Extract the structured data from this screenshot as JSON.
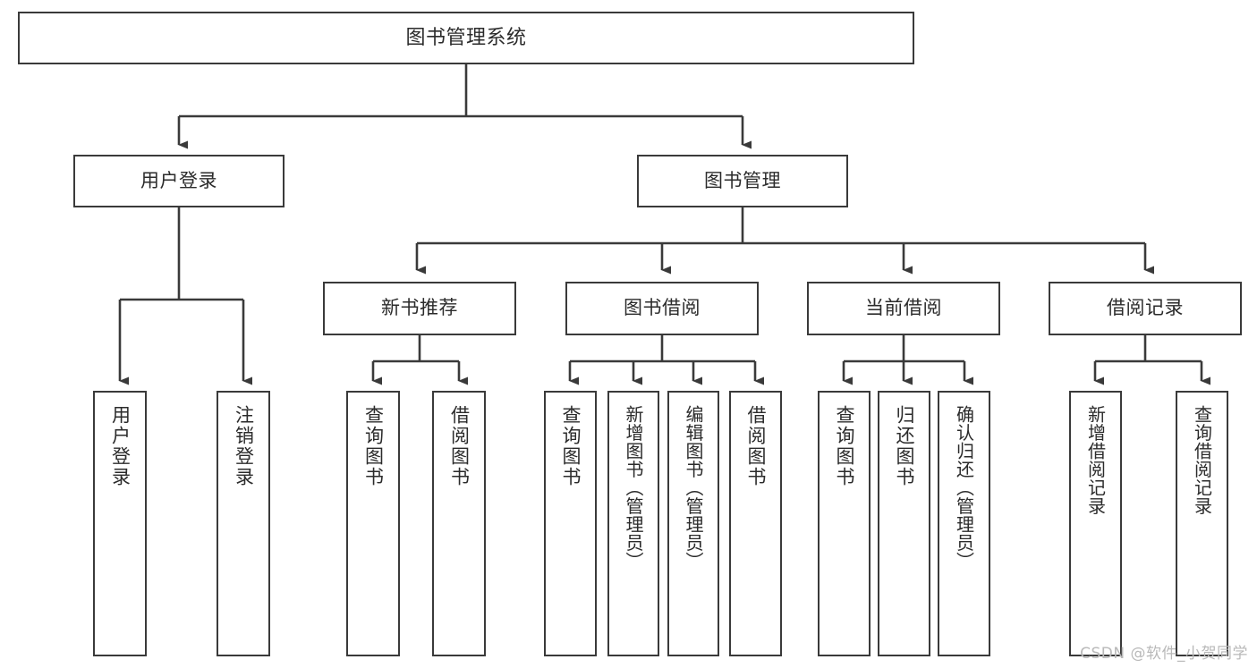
{
  "diagram": {
    "type": "tree-hierarchy-flowchart",
    "title": "图书管理系统",
    "orientation": "top-down",
    "line_color": "#3a3a3a",
    "box_fill": "#ffffff",
    "text_color": "#2b2b2b",
    "nodes": {
      "root": {
        "label": "图书管理系统"
      },
      "level1": [
        {
          "id": "user-login",
          "label": "用户登录"
        },
        {
          "id": "book-management",
          "label": "图书管理"
        }
      ],
      "level2": [
        {
          "id": "new-book-recommend",
          "label": "新书推荐"
        },
        {
          "id": "book-borrow",
          "label": "图书借阅"
        },
        {
          "id": "current-borrow",
          "label": "当前借阅"
        },
        {
          "id": "borrow-record",
          "label": "借阅记录"
        }
      ],
      "leaves": {
        "user_login": [
          {
            "id": "leaf-user-login",
            "label": "用户登录"
          },
          {
            "id": "leaf-logout-login",
            "label": "注销登录"
          }
        ],
        "new_book_recommend": [
          {
            "id": "leaf-query-book-1",
            "label": "查询图书"
          },
          {
            "id": "leaf-borrow-book-1",
            "label": "借阅图书"
          }
        ],
        "book_borrow": [
          {
            "id": "leaf-query-book-2",
            "label": "查询图书"
          },
          {
            "id": "leaf-add-book",
            "label": "新增图书（管理员）"
          },
          {
            "id": "leaf-edit-book",
            "label": "编辑图书（管理员）"
          },
          {
            "id": "leaf-borrow-book-2",
            "label": "借阅图书"
          }
        ],
        "current_borrow": [
          {
            "id": "leaf-query-book-3",
            "label": "查询图书"
          },
          {
            "id": "leaf-return-book",
            "label": "归还图书"
          },
          {
            "id": "leaf-confirm-return",
            "label": "确认归还（管理员）"
          }
        ],
        "borrow_record": [
          {
            "id": "leaf-add-record",
            "label": "新增借阅记录"
          },
          {
            "id": "leaf-query-record",
            "label": "查询借阅记录"
          }
        ]
      }
    }
  },
  "watermark": {
    "text": "CSDN @软件_小贺同学"
  }
}
